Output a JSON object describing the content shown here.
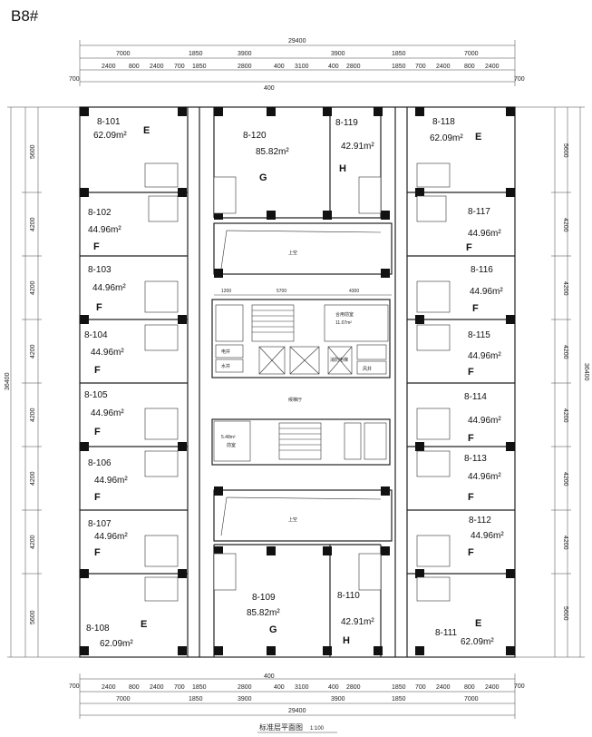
{
  "building": "B8#",
  "caption": "标准层平面图",
  "scale": "1:100",
  "dims": {
    "overall": "29400",
    "top_row": [
      "7000",
      "1850",
      "3900",
      "3900",
      "1850",
      "7000"
    ],
    "sub_row": [
      "2400",
      "800",
      "2400",
      "700",
      "1850",
      "2800",
      "400",
      "3100",
      "400",
      "2800",
      "1850",
      "700",
      "2400",
      "800",
      "2400"
    ],
    "edge": "700",
    "mid": "400",
    "side_left": [
      "5600",
      "4200",
      "4200",
      "4200",
      "4200",
      "4200",
      "4200",
      "5600"
    ],
    "side_right": [
      "5600",
      "4200",
      "4200",
      "4200",
      "4200",
      "4200",
      "4200",
      "5600"
    ],
    "side_total": "36400",
    "core_top": [
      "1200",
      "5700",
      "4300"
    ]
  },
  "units": [
    {
      "id": "8-101",
      "area": "62.09m²",
      "type": "E"
    },
    {
      "id": "8-102",
      "area": "44.96m²",
      "type": "F"
    },
    {
      "id": "8-103",
      "area": "44.96m²",
      "type": "F"
    },
    {
      "id": "8-104",
      "area": "44.96m²",
      "type": "F"
    },
    {
      "id": "8-105",
      "area": "44.96m²",
      "type": "F"
    },
    {
      "id": "8-106",
      "area": "44.96m²",
      "type": "F"
    },
    {
      "id": "8-107",
      "area": "44.96m²",
      "type": "F"
    },
    {
      "id": "8-108",
      "area": "62.09m²",
      "type": "E"
    },
    {
      "id": "8-109",
      "area": "85.82m²",
      "type": "G"
    },
    {
      "id": "8-110",
      "area": "42.91m²",
      "type": "H"
    },
    {
      "id": "8-111",
      "area": "62.09m²",
      "type": "E"
    },
    {
      "id": "8-112",
      "area": "44.96m²",
      "type": "F"
    },
    {
      "id": "8-113",
      "area": "44.96m²",
      "type": "F"
    },
    {
      "id": "8-114",
      "area": "44.96m²",
      "type": "F"
    },
    {
      "id": "8-115",
      "area": "44.96m²",
      "type": "F"
    },
    {
      "id": "8-116",
      "area": "44.96m²",
      "type": "F"
    },
    {
      "id": "8-117",
      "area": "44.96m²",
      "type": "F"
    },
    {
      "id": "8-118",
      "area": "62.09m²",
      "type": "E"
    },
    {
      "id": "8-119",
      "area": "42.91m²",
      "type": "H"
    },
    {
      "id": "8-120",
      "area": "85.82m²",
      "type": "G"
    }
  ],
  "core_labels": {
    "void_top": "上空",
    "void_bottom": "上空",
    "lobby": "候梯厅",
    "meeting_room": "合用前室",
    "meeting_area": "11.07m²",
    "well_a": "电井",
    "well_b": "水井",
    "well_c": "风井",
    "fire_room": "消防电梯",
    "small_room_area": "5.48m²",
    "small_room": "前室"
  }
}
